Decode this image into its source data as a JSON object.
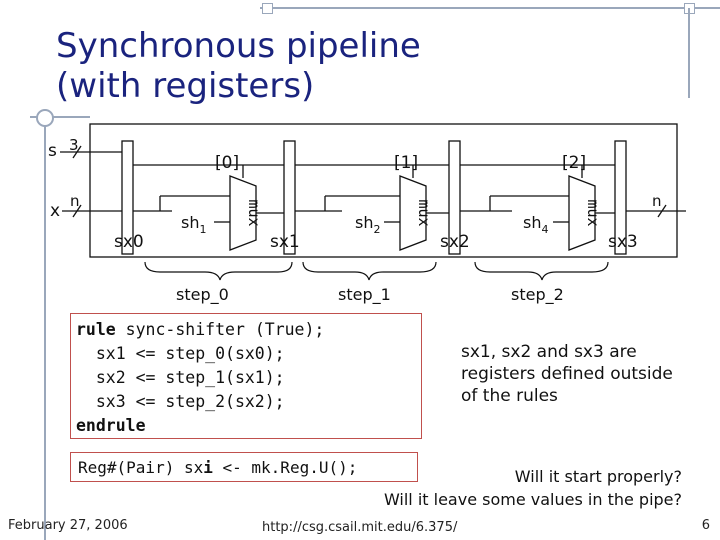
{
  "slide": {
    "title_line1": "Synchronous pipeline",
    "title_line2": "(with registers)",
    "footer_date": "February 27, 2006",
    "footer_url": "http://csg.csail.mit.edu/6.375/",
    "page_number": "6"
  },
  "diagram": {
    "input_s": "s",
    "input_s_width": "3",
    "input_x": "x",
    "input_x_width": "n",
    "output_width": "n",
    "reg_labels": [
      "sx0",
      "sx1",
      "sx2",
      "sx3"
    ],
    "index_labels": [
      "[0]",
      "[1]",
      "[2]"
    ],
    "shifter_base": "sh",
    "shifter_subscripts": [
      "1",
      "2",
      "4"
    ],
    "mux_label": "mux",
    "step_labels": [
      "step_0",
      "step_1",
      "step_2"
    ]
  },
  "code": {
    "line1_kw": "rule",
    "line1_rest": " sync-shifter (True);",
    "line2": "  sx1 <= step_0(sx0);",
    "line3": "  sx2 <= step_1(sx1);",
    "line4": "  sx3 <= step_2(sx2);",
    "line5_kw": "endrule"
  },
  "reg_decl": {
    "prefix": "Reg#(Pair) sx",
    "italic": "i",
    "suffix": " <- mk.Reg.U();"
  },
  "note": "sx1, sx2 and sx3 are registers defined outside of the rules",
  "questions": {
    "q1": "Will it start properly?",
    "q2": "Will it leave some values in the pipe?"
  }
}
